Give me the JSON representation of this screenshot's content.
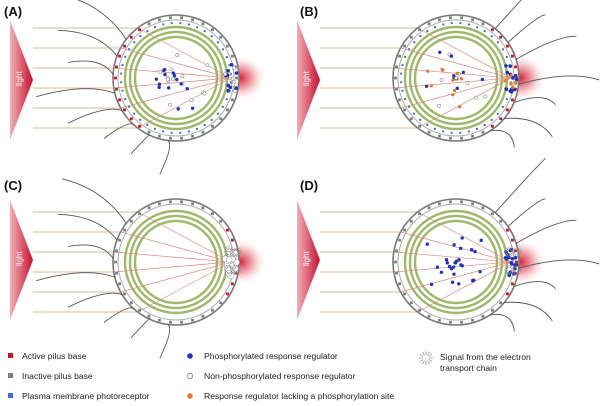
{
  "panels": [
    {
      "label": "(A)",
      "variant": "A"
    },
    {
      "label": "(B)",
      "variant": "B"
    },
    {
      "label": "(C)",
      "variant": "C"
    },
    {
      "label": "(D)",
      "variant": "D"
    }
  ],
  "light_label": "light",
  "legend": {
    "active_pilus": "Active pilus base",
    "inactive_pilus": "Inactive pilus base",
    "photoreceptor": "Plasma membrane  photoreceptor",
    "phosphorylated": "Phosphorylated response regulator",
    "non_phosphorylated": "Non-phosphorylated response regulator",
    "lacking_site": "Response regulator lacking a phosphorylation site",
    "signal_line1": "Signal from the electron",
    "signal_line2": "transport chain"
  },
  "colors": {
    "light": "#c8102e",
    "active_pilus": "#c0152a",
    "inactive_pilus": "#7f7f7f",
    "photoreceptor": "#3b6fd6",
    "phosphorylated": "#2233b3",
    "orange_regulator": "#e07b39",
    "thylakoid": "#9eb86a",
    "beam": "#c9a27e"
  }
}
